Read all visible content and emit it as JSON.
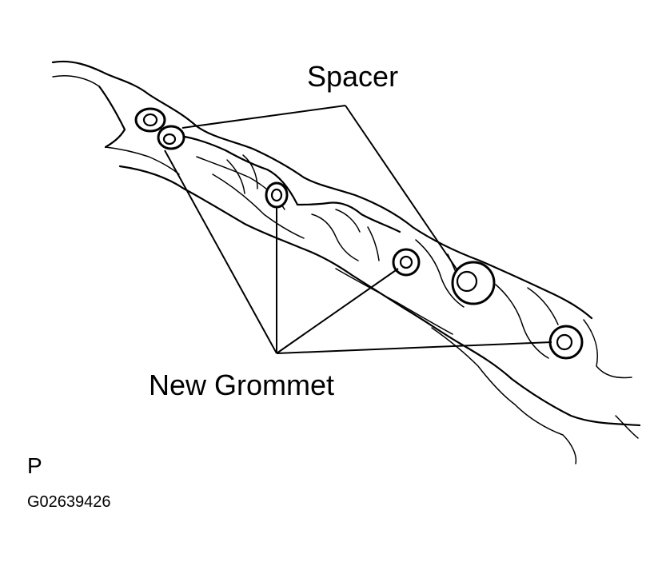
{
  "labels": {
    "spacer": "Spacer",
    "new_grommet": "New Grommet",
    "view_letter": "P",
    "figure_code": "G02639426"
  },
  "colors": {
    "ink": "#000000",
    "paper": "#ffffff"
  }
}
